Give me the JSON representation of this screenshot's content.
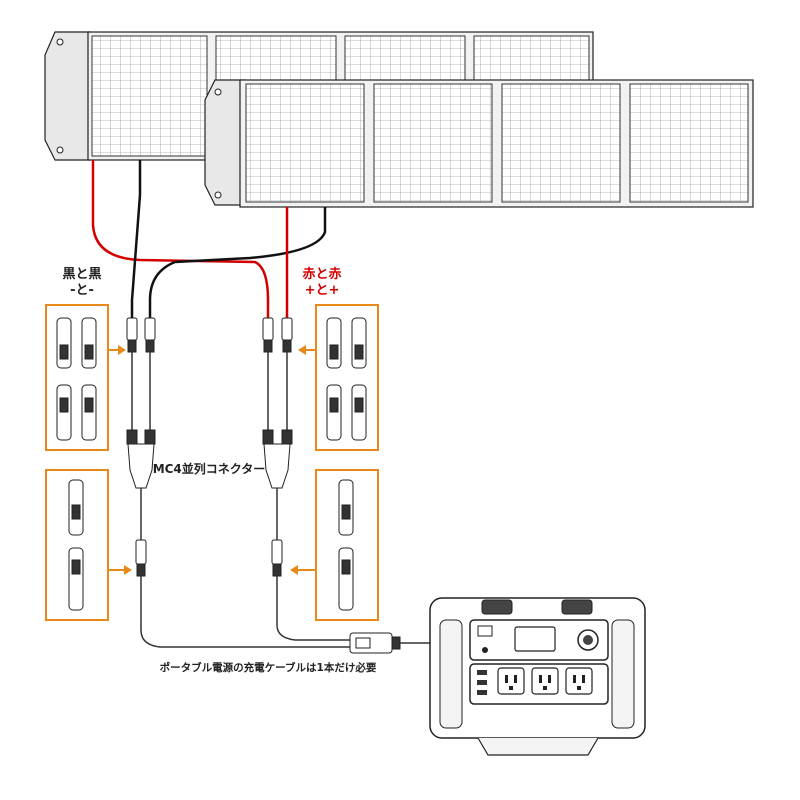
{
  "labels": {
    "black_title": "黒と黒",
    "black_sub": "-と-",
    "red_title": "赤と赤",
    "red_sub": "+と+",
    "connector": "MC4並列コネクター",
    "cable_note": "ポータブル電源の充電ケーブルは1本だけ必要"
  },
  "colors": {
    "red_wire": "#d40000",
    "black_wire": "#111111",
    "callout_orange": "#e8891c"
  },
  "icons": [
    "solar-panel-icon",
    "mc4-connector-icon",
    "portable-power-station-icon",
    "ac-outlet-icon",
    "usb-port-icon"
  ]
}
